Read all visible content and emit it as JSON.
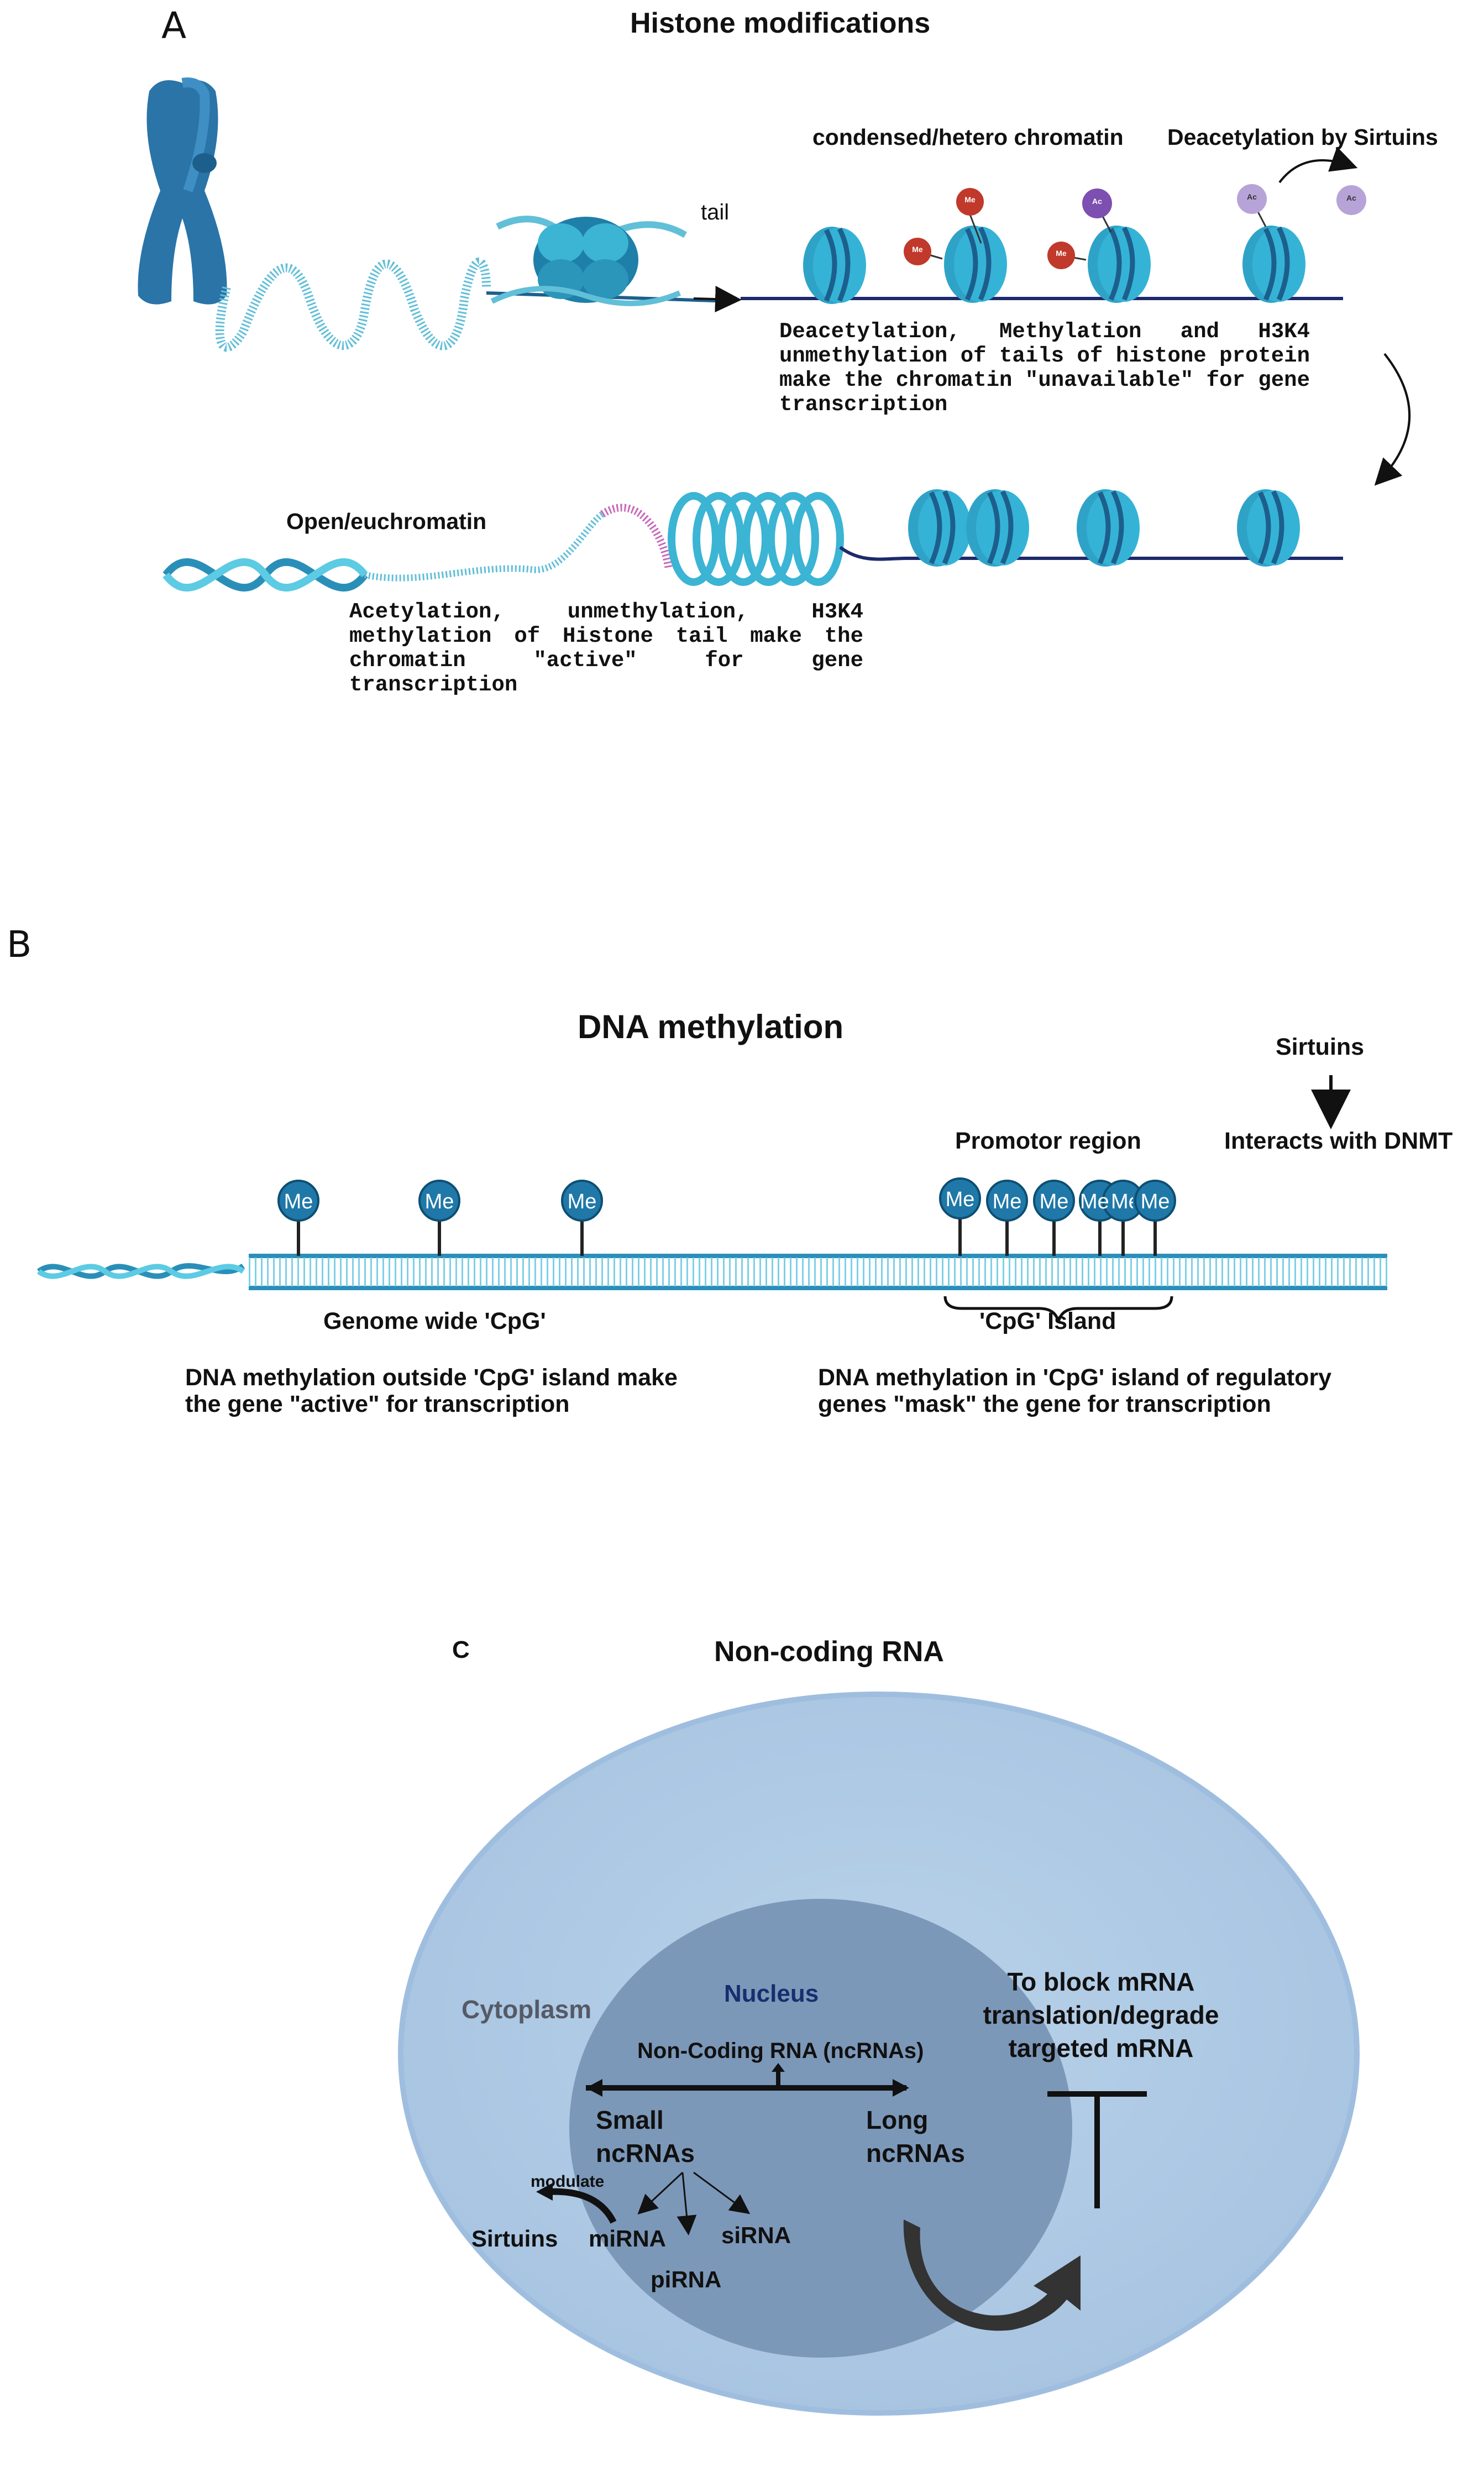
{
  "panel_a": {
    "letter": "A",
    "title": "Histone modifications",
    "tail_label": "tail",
    "condensed_label": "condensed/hetero chromatin",
    "deacetylation_label": "Deacetylation by Sirtuins",
    "condensed_desc": "Deacetylation, Methylation and H3K4 unmethylation of tails of histone protein make the chromatin \"unavailable\" for gene transcription",
    "open_label": "Open/euchromatin",
    "open_desc": "Acetylation, unmethylation, H3K4 methylation of Histone tail make the chromatin \"active\" for gene transcription",
    "me_mark": "Me",
    "ac_mark": "Ac"
  },
  "panel_b": {
    "letter": "B",
    "title": "DNA methylation",
    "sirtuins": "Sirtuins",
    "interacts": "Interacts with DNMT",
    "promotor": "Promotor region",
    "me_mark": "Me",
    "genome_wide": "Genome wide 'CpG'",
    "cpg_island": "'CpG' Island",
    "left_desc": "DNA methylation outside 'CpG' island make the gene \"active\" for transcription",
    "right_desc": "DNA methylation in 'CpG' island of regulatory genes \"mask\" the gene for transcription"
  },
  "panel_c": {
    "letter": "C",
    "title": "Non-coding RNA",
    "cytoplasm": "Cytoplasm",
    "nucleus": "Nucleus",
    "ncrna": "Non-Coding RNA (ncRNAs)",
    "small": "Small ncRNAs",
    "long": "Long ncRNAs",
    "modulate": "modulate",
    "sirtuins": "Sirtuins",
    "mirna": "miRNA",
    "sirna": "siRNA",
    "pirna": "piRNA",
    "block": "To block mRNA translation/degrade targeted mRNA"
  },
  "colors": {
    "nucleosome": "#2fa3c7",
    "nucleosome_dark": "#1d5f8c",
    "dna_blue": "#39aacb",
    "chromosome": "#2a74a8",
    "me_red": "#c0392b",
    "ac_purple": "#7d4fb0",
    "cell": "#b9d2ea",
    "nucleus": "#7c98b9"
  }
}
